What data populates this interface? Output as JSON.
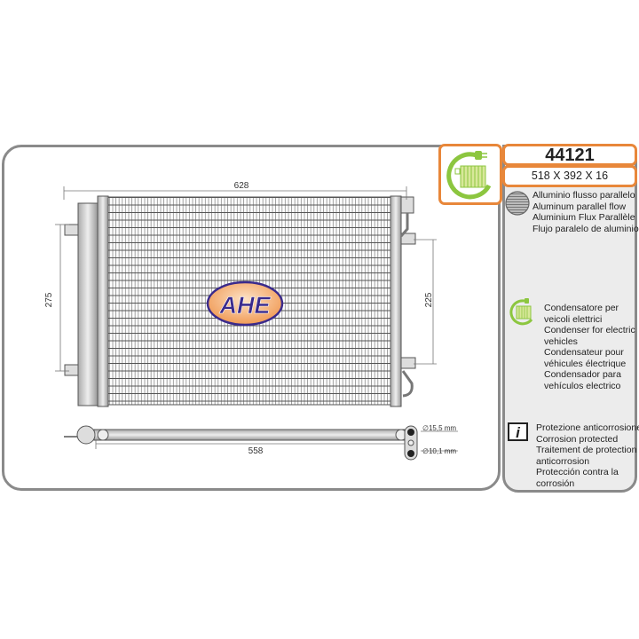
{
  "product": {
    "code": "44121",
    "dimensions": "518 X 392 X 16"
  },
  "drawing": {
    "width_label": "628",
    "left_height_label": "275",
    "right_height_label": "225",
    "pipe_length_label": "558",
    "diameter_large": "∅15,5 mm",
    "diameter_small": "∅10,1 mm",
    "logo_text": "AHE"
  },
  "features": [
    {
      "icon": "parallel-flow-icon",
      "lines": [
        "Alluminio flusso parallelo",
        "Aluminum parallel flow",
        "Aluminium Flux Parallèle",
        "Flujo paralelo de aluminio"
      ]
    },
    {
      "icon": "electric-vehicle-condenser-icon",
      "lines": [
        "Condensatore per",
        "veicoli elettrici",
        "Condenser for electric",
        "vehicles",
        "Condensateur pour",
        "véhicules électrique",
        "Condensador para",
        "vehículos electrico"
      ]
    },
    {
      "icon": "info-icon",
      "lines": [
        "Protezione anticorrosione",
        "Corrosion protected",
        "Traitement de protection",
        "anticorrosion",
        "Protección contra la",
        "corrosión"
      ]
    }
  ],
  "colors": {
    "accent": "#e8873a",
    "ev_green": "#8cc63f",
    "logo_purple": "#3a2a8c",
    "logo_orange": "#f0a060",
    "panel_gray": "#ececec"
  }
}
